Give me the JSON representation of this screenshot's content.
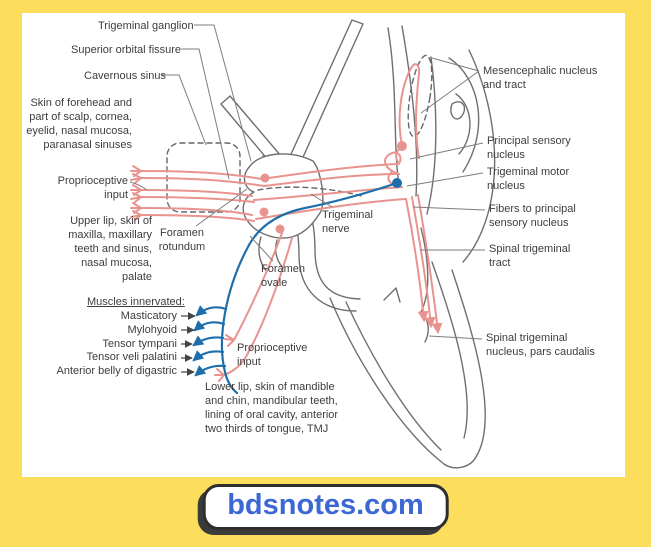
{
  "colors": {
    "frame_yellow": "#FCDD5C",
    "badge_text_blue": "#3C68D4",
    "sensory_fiber_pink": "#E8938E",
    "motor_fiber_blue": "#1F6EAC",
    "outline_gray": "#6F6F6F",
    "label_text": "#3D3D3D"
  },
  "badge": {
    "text": "bdsnotes.com"
  },
  "labels": {
    "trigeminal_ganglion": "Trigeminal ganglion",
    "superior_orbital_fissure": "Superior orbital fissure",
    "cavernous_sinus": "Cavernous sinus",
    "skin_forehead": "Skin of forehead and\npart of scalp, cornea,\neyelid, nasal mucosa,\nparanasal sinuses",
    "proprioceptive_input_left": "Proprioceptive\ninput",
    "upper_lip": "Upper lip, skin of\nmaxilla, maxillary\nteeth and sinus,\nnasal mucosa,\npalate",
    "foramen_rotundum": "Foramen\nrotundum",
    "muscles_header": "Muscles innervated:",
    "trigeminal_nerve": "Trigeminal\nnerve",
    "foramen_ovale": "Foramen\novale",
    "proprioceptive_input_lower": "Proprioceptive\ninput",
    "lower_lip": "Lower lip, skin of mandible\nand chin, mandibular teeth,\nlining of oral cavity, anterior\ntwo thirds of tongue, TMJ",
    "mesencephalic_nucleus": "Mesencephalic nucleus\nand tract",
    "principal_sensory_nucleus": "Principal sensory\nnucleus",
    "trigeminal_motor_nucleus": "Trigeminal motor\nnucleus",
    "fibers_principal_sensory": "Fibers to principal\nsensory nucleus",
    "spinal_trigeminal_tract": "Spinal trigeminal\ntract",
    "spinal_trigeminal_nucleus": "Spinal trigeminal\nnucleus, pars caudalis"
  },
  "muscles": {
    "items": [
      "Masticatory",
      "Mylohyoid",
      "Tensor tympani",
      "Tensor veli palatini",
      "Anterior belly of digastric"
    ]
  }
}
